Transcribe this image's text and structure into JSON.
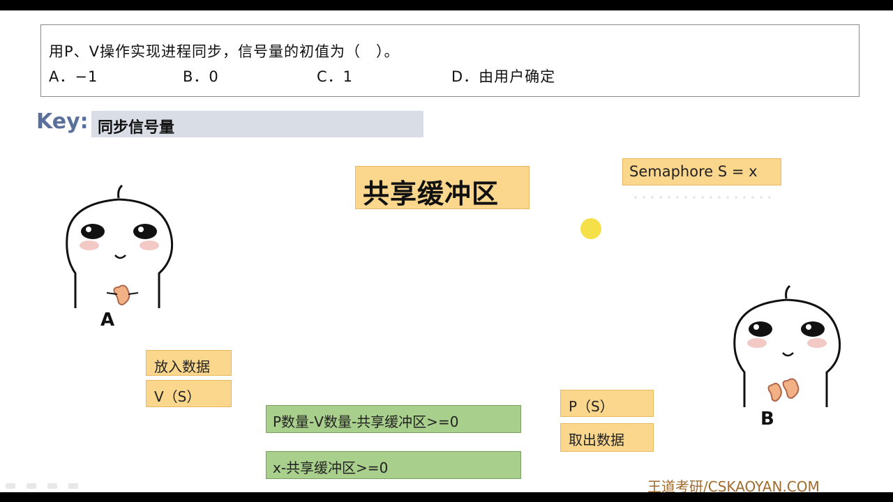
{
  "question": {
    "text": "用P、V操作实现进程同步，信号量的初值为（　）。",
    "options": [
      {
        "label": "A．−1"
      },
      {
        "label": "B．0"
      },
      {
        "label": "C．1"
      },
      {
        "label": "D．由用户确定"
      }
    ]
  },
  "key": {
    "prefix": "Key:",
    "text": "同步信号量"
  },
  "buffer": {
    "label": "共享缓冲区"
  },
  "semaphore": {
    "label": "Semaphore S = x"
  },
  "process_a": {
    "name": "A",
    "step1": "放入数据",
    "step2": "V（S）"
  },
  "process_b": {
    "name": "B",
    "step1": "P（S）",
    "step2": "取出数据"
  },
  "expressions": {
    "expr1": "P数量-V数量-共享缓冲区>=0",
    "expr2": "x-共享缓冲区>=0"
  },
  "watermark": "王道考研/CSKAOYAN.COM",
  "colors": {
    "orange_box": "#fbd78e",
    "green_box": "#a8cf8b",
    "key_bar": "#d9dde6",
    "key_text": "#5a6f9a",
    "cursor": "#f6e04a"
  }
}
